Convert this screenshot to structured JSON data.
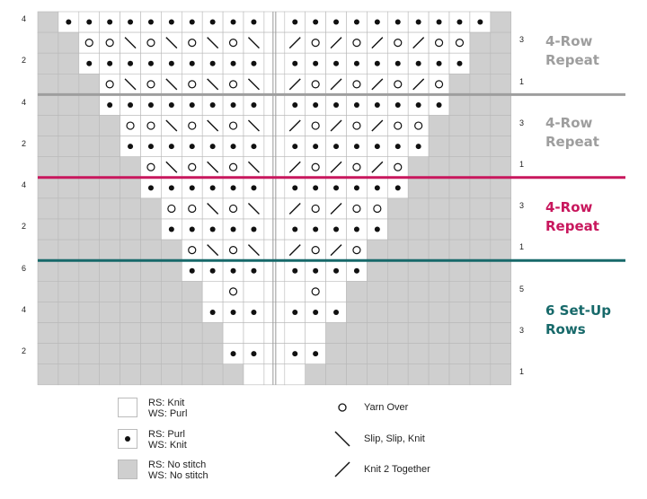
{
  "chart": {
    "left_row_numbers": [
      "4",
      "2",
      "4",
      "2",
      "4",
      "2",
      "6",
      "4",
      "2"
    ],
    "right_row_numbers": [
      "3",
      "1",
      "3",
      "1",
      "3",
      "1",
      "5",
      "3",
      "1"
    ],
    "rows": [
      "..................................",
      "...P.P.P.P.P.P.P.|.P.P.P.P.P.P.P...",
      "...O.O.S.O.S.O.S.|.K.O.K.O.K.O.O..."
    ],
    "sections": [
      {
        "label_line1": "4-Row",
        "label_line2": "Repeat",
        "color": "#9e9e9e"
      },
      {
        "label_line1": "4-Row",
        "label_line2": "Repeat",
        "color": "#9e9e9e"
      },
      {
        "label_line1": "4-Row",
        "label_line2": "Repeat",
        "color": "#c8175d"
      },
      {
        "label_line1": "6 Set-Up",
        "label_line2": "Rows",
        "color": "#17696a"
      }
    ],
    "colors": {
      "no_stitch": "#cfcfcf",
      "grid": "#b8b8b8",
      "gray_divider": "#9e9e9e",
      "pink_divider": "#c8175d",
      "teal_divider": "#17696a",
      "center_line": "#999999"
    }
  },
  "legend": {
    "knit": {
      "line1": "RS: Knit",
      "line2": "WS: Purl"
    },
    "purl": {
      "line1": "RS: Purl",
      "line2": "WS: Knit"
    },
    "no_stitch": {
      "line1": "RS: No stitch",
      "line2": "WS: No stitch"
    },
    "yarn_over": "Yarn Over",
    "ssk": "Slip, Slip, Knit",
    "k2tog": "Knit 2 Together"
  }
}
